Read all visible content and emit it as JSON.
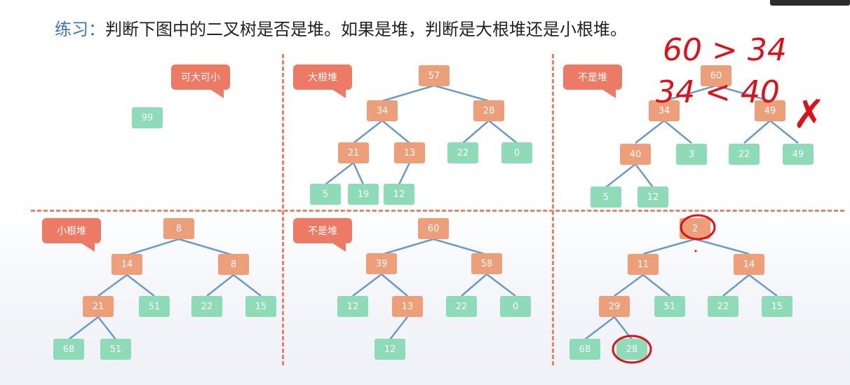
{
  "title": {
    "lead": "练习：",
    "text": "判断下图中的二叉树是否是堆。如果是堆，判断是大根堆还是小根堆。"
  },
  "colors": {
    "heading_blue": "#3f74b5",
    "node_orange": "#ec9f78",
    "node_green": "#8ddbb7",
    "callout_red": "#ec7a65",
    "divider": "#e8836b",
    "edge": "#6a9ccb",
    "ink_red": "#e0101a"
  },
  "panels": [
    {
      "label": "可大可小",
      "nodes": [
        "99"
      ]
    },
    {
      "label": "大根堆",
      "nodes": [
        "57",
        "34",
        "28",
        "21",
        "13",
        "22",
        "0",
        "5",
        "19",
        "12"
      ]
    },
    {
      "label": "不是堆",
      "nodes": [
        "60",
        "34",
        "49",
        "40",
        "3",
        "22",
        "49",
        "5",
        "12"
      ]
    },
    {
      "label": "小根堆",
      "nodes": [
        "8",
        "14",
        "8",
        "21",
        "51",
        "22",
        "15",
        "68",
        "51"
      ]
    },
    {
      "label": "不是堆",
      "nodes": [
        "60",
        "39",
        "58",
        "12",
        "13",
        "22",
        "0",
        "12"
      ]
    },
    {
      "label": "",
      "nodes": [
        "2",
        "11",
        "14",
        "29",
        "51",
        "22",
        "15",
        "68",
        "28"
      ]
    }
  ],
  "annotations": {
    "line1": "60 > 34",
    "line2": "34 < 40",
    "mark": "✗"
  }
}
